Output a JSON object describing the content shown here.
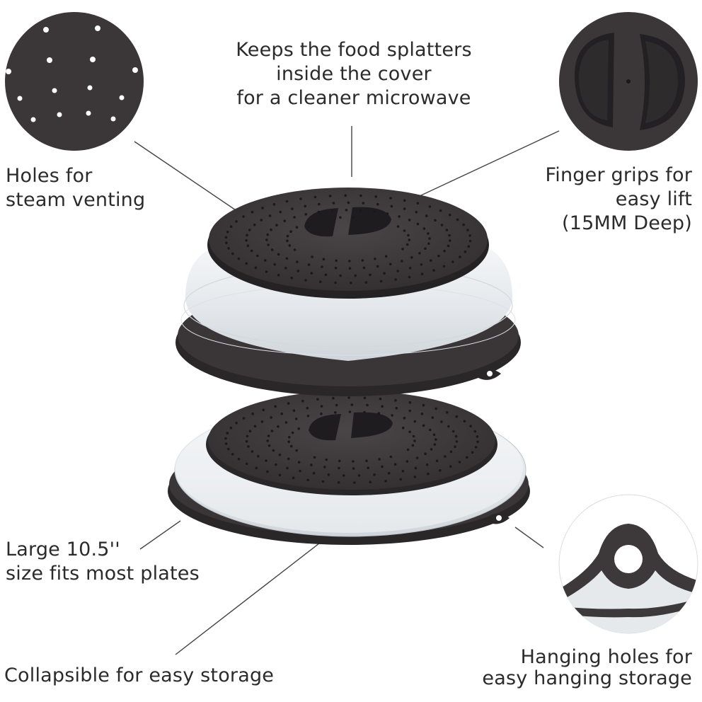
{
  "labels": {
    "top": "Keeps the food splatters\ninside the cover\nfor a cleaner microwave",
    "holes": "Holes for\nsteam venting",
    "grips": "Finger grips for\neasy lift\n(15MM Deep)",
    "size": "Large 10.5''\nsize fits most plates",
    "collapse": "Collapsible for easy storage",
    "hang": "Hanging holes for\neasy hanging storage"
  },
  "colors": {
    "lid": "#3d393b",
    "lid_dark": "#232123",
    "silicone": "#e9ecef",
    "silicone_edge": "#c9ced3",
    "leader": "#444444",
    "zoom_bg": "#ffffff"
  }
}
